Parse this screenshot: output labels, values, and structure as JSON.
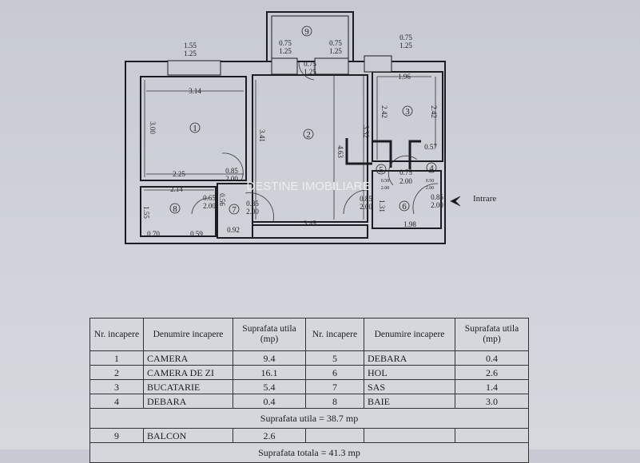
{
  "plan": {
    "rooms": [
      "1",
      "2",
      "3",
      "4",
      "5",
      "6",
      "7",
      "8",
      "9"
    ],
    "dims": {
      "win1": [
        "1.55",
        "1.25"
      ],
      "balc_left": [
        "0.75",
        "1.25"
      ],
      "balc_right": [
        "0.75",
        "1.25"
      ],
      "balc_door": [
        "0.75",
        "1.25"
      ],
      "win3": [
        "0.75",
        "1.25"
      ],
      "r1_w": "3.14",
      "r1_h": "3.00",
      "r1_b": "2.25",
      "r2_h": "3.41",
      "r2_h2": "4.63",
      "r2_h3": "3.32",
      "r2_b": "3.45",
      "r3_w": "1.96",
      "r3_h": "2.42",
      "r3_h2": "2.42",
      "r3_s": "0.57",
      "d1": [
        "0.85",
        "2.00"
      ],
      "d8": [
        "0.65",
        "2.00"
      ],
      "d2": [
        "0.85",
        "2.00"
      ],
      "d6a": [
        "0.85",
        "2.00"
      ],
      "d3": [
        "0.75",
        "2.00"
      ],
      "d_in": [
        "0.85",
        "2.00"
      ],
      "d5": [
        "0.50",
        "2.00"
      ],
      "d4": [
        "0.50",
        "2.00"
      ],
      "r8_w": "2.14",
      "r8_h": "1.55",
      "r8_b1": "0.70",
      "r8_b2": "0.59",
      "r7_h": "0.56",
      "r7_b": "0.92",
      "r6_h": "1.31",
      "r6_b": "1.98"
    },
    "entrance": "Intrare",
    "watermark": "DESTINE IMOBILIARE"
  },
  "table": {
    "headers": [
      "Nr. incapere",
      "Denumire incapere",
      "Suprafata utila (mp)",
      "Nr. incapere",
      "Denumire incapere",
      "Suprafata utila (mp)"
    ],
    "rows": [
      [
        "1",
        "CAMERA",
        "9.4",
        "5",
        "DEBARA",
        "0.4"
      ],
      [
        "2",
        "CAMERA DE ZI",
        "16.1",
        "6",
        "HOL",
        "2.6"
      ],
      [
        "3",
        "BUCATARIE",
        "5.4",
        "7",
        "SAS",
        "1.4"
      ],
      [
        "4",
        "DEBARA",
        "0.4",
        "8",
        "BAIE",
        "3.0"
      ]
    ],
    "useful_total": "Suprafata utila = 38.7 mp",
    "balcony": [
      "9",
      "BALCON",
      "2.6"
    ],
    "grand_total": "Suprafata totala = 41.3 mp"
  }
}
